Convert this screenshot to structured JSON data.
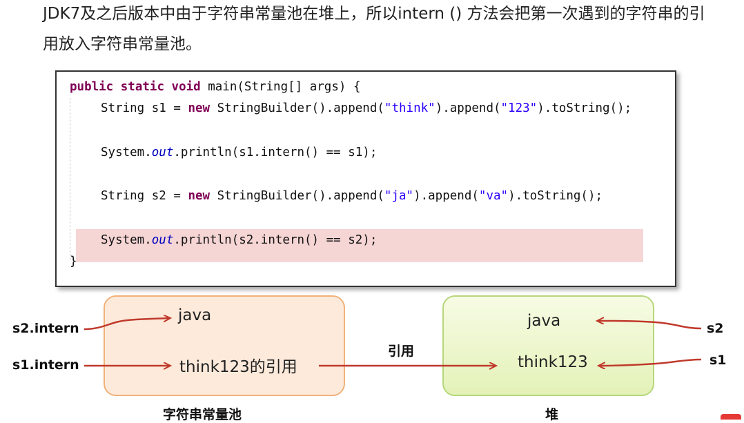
{
  "paragraph": {
    "line1": "JDK7及之后版本中由于字符串常量池在堆上，所以intern () 方法会把第一次遇到的字符串的引",
    "line2": "用放入字符串常量池。"
  },
  "code": {
    "line1": {
      "kw1": "public",
      "kw2": "static",
      "kw3": "void",
      "rest": "main(String[] args) {"
    },
    "line2": {
      "a": "String s1 = ",
      "kw": "new",
      "b": "StringBuilder().append(",
      "s1": "\"think\"",
      "c": ").append(",
      "s2": "\"123\"",
      "d": ").toString();"
    },
    "line3": {
      "a": "System.",
      "field": "out",
      "b": ".println(s1.intern() == s1);"
    },
    "line4": {
      "a": "String s2 = ",
      "kw": "new",
      "b": "StringBuilder().append(",
      "s1": "\"ja\"",
      "c": ").append(",
      "s2": "\"va\"",
      "d": ").toString();"
    },
    "line5": {
      "a": "System.",
      "field": "out",
      "b": ".println(s2.intern() == s2);"
    },
    "line6": "}"
  },
  "diagram": {
    "pool": {
      "item1": "java",
      "item2": "think123的引用",
      "caption": "字符串常量池"
    },
    "heap": {
      "item1": "java",
      "item2": "think123",
      "caption": "堆"
    },
    "left_labels": {
      "top": "s2.intern",
      "bottom": "s1.intern"
    },
    "right_labels": {
      "top": "s2",
      "bottom": "s1"
    },
    "middle_label": "引用",
    "arrow_color": "#c0392b"
  }
}
